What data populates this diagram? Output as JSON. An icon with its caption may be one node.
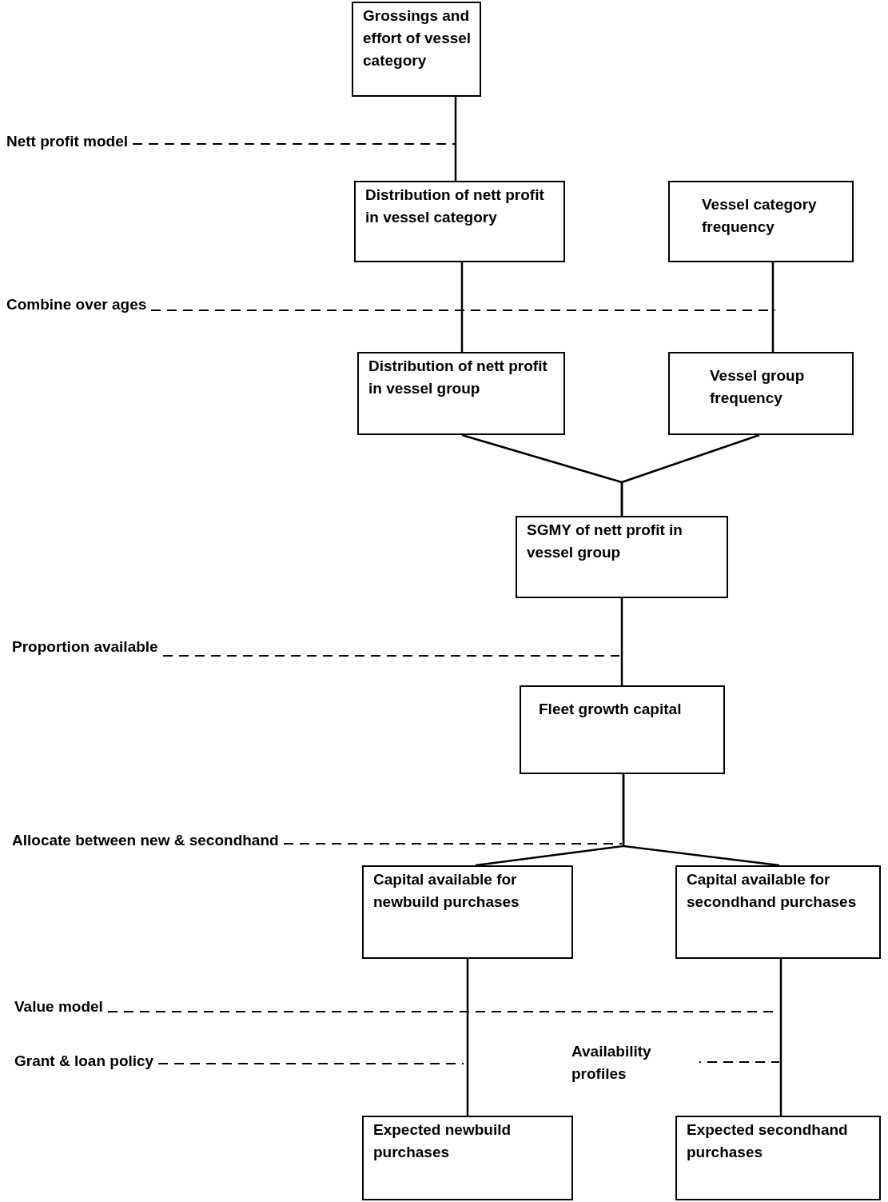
{
  "diagram": {
    "nodes": [
      {
        "text": [
          "Grossings and effort of vessel category"
        ]
      },
      {
        "text": [
          "Distribution of nett profit in vessel category"
        ]
      },
      {
        "text": [
          "Vessel category frequency"
        ]
      },
      {
        "text": [
          "Distribution of nett profit in vessel group"
        ]
      },
      {
        "text": [
          "Vessel group frequency"
        ]
      },
      {
        "text": [
          "SGMY of nett profit in vessel group"
        ]
      },
      {
        "text": [
          "Fleet growth capital"
        ]
      },
      {
        "text": [
          "Capital available for newbuild purchases"
        ]
      },
      {
        "text": [
          "Capital available for secondhand purchases"
        ]
      },
      {
        "text": [
          "Expected newbuild purchases"
        ]
      },
      {
        "text": [
          "Expected secondhand purchases"
        ]
      },
      {
        "text": [
          "Nett profit model"
        ]
      },
      {
        "text": [
          "Combine over ages"
        ]
      },
      {
        "text": [
          "Proportion available"
        ]
      },
      {
        "text": [
          "Allocate between new & secondhand"
        ]
      },
      {
        "text": [
          "Value model"
        ]
      },
      {
        "text": [
          "Grant & loan policy"
        ]
      },
      {
        "text": [
          "Availability profiles"
        ]
      }
    ],
    "edges": [
      {
        "from": 0,
        "to": 1,
        "arrow": "none"
      },
      {
        "from": 1,
        "to": 3,
        "arrow": "none"
      },
      {
        "from": 2,
        "to": 4,
        "arrow": "none"
      },
      {
        "from": 3,
        "to": 5,
        "arrow": "none"
      },
      {
        "from": 4,
        "to": 5,
        "arrow": "none"
      },
      {
        "from": 5,
        "to": 6,
        "arrow": "none"
      },
      {
        "from": 6,
        "to": 7,
        "arrow": "none"
      },
      {
        "from": 6,
        "to": 8,
        "arrow": "none"
      },
      {
        "from": 7,
        "to": 9,
        "arrow": "none"
      },
      {
        "from": 8,
        "to": 10,
        "arrow": "none"
      },
      {
        "from": 11,
        "to": null,
        "arrow": "none",
        "style": "dashed"
      },
      {
        "from": 12,
        "to": null,
        "arrow": "none",
        "style": "dashed"
      },
      {
        "from": 13,
        "to": null,
        "arrow": "none",
        "style": "dashed"
      },
      {
        "from": 14,
        "to": null,
        "arrow": "none",
        "style": "dashed"
      },
      {
        "from": 15,
        "to": null,
        "arrow": "none",
        "style": "dashed"
      },
      {
        "from": 16,
        "to": null,
        "arrow": "none",
        "style": "dashed"
      },
      {
        "from": 17,
        "to": null,
        "arrow": "none",
        "style": "dashed"
      }
    ]
  }
}
